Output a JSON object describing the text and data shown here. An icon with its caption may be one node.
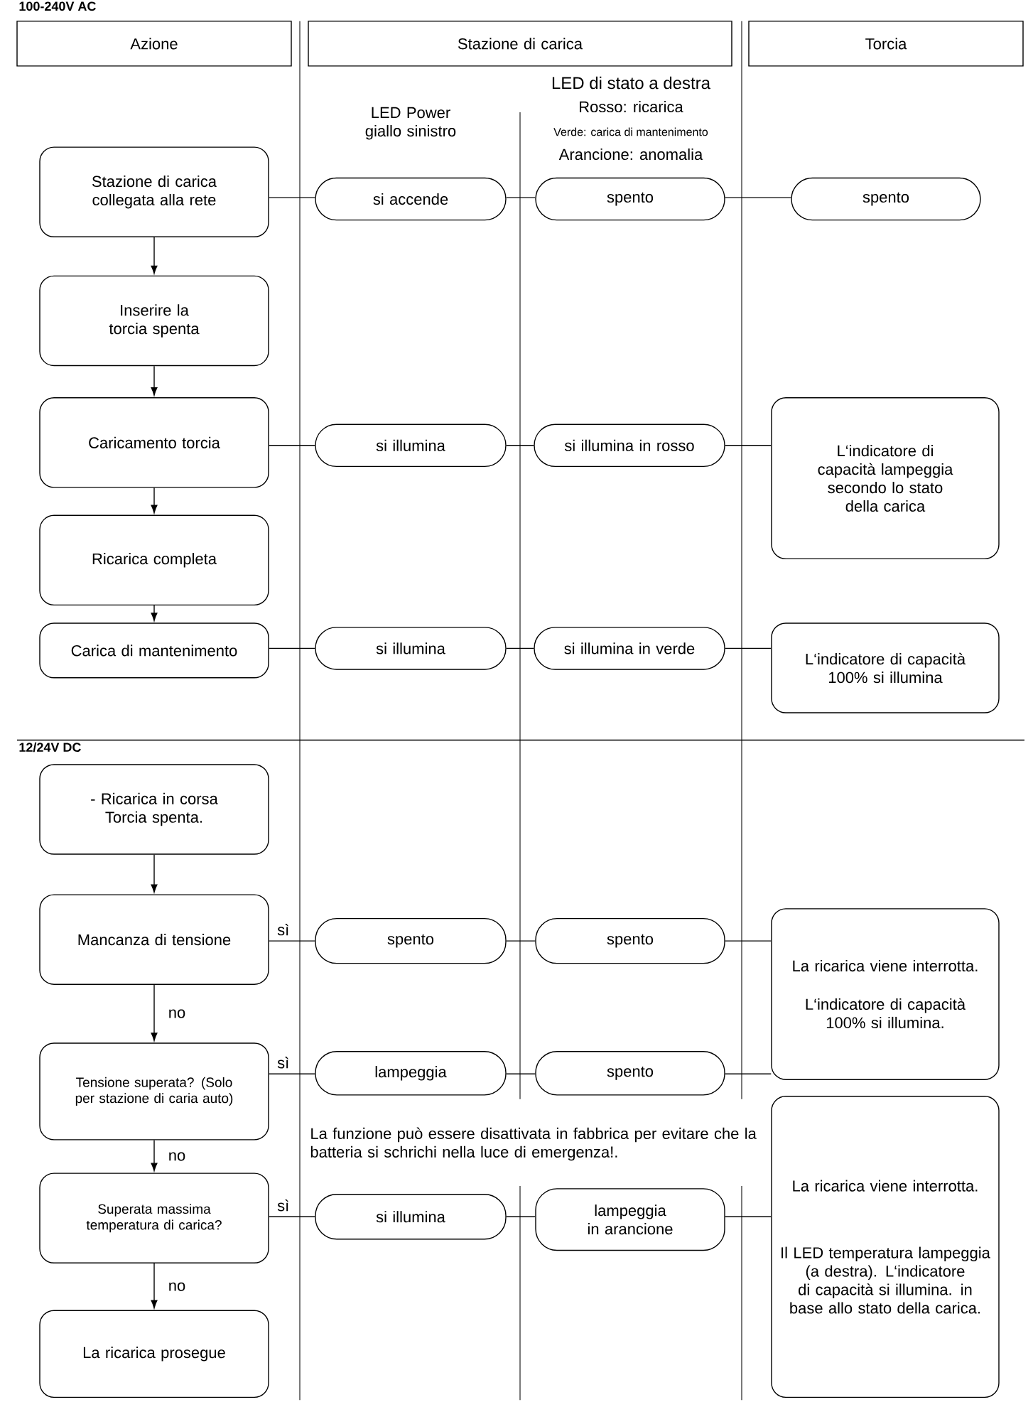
{
  "diagram": {
    "nodes": [
      {
        "text": [
          "Azione"
        ]
      },
      {
        "text": [
          "Stazione di carica"
        ]
      },
      {
        "text": [
          "Torcia"
        ]
      },
      {
        "text": [
          "Stazione di carica collegata alla rete"
        ]
      },
      {
        "text": [
          "si accende"
        ]
      },
      {
        "text": [
          "spento"
        ]
      },
      {
        "text": [
          "spento"
        ]
      },
      {
        "text": [
          "Inserire la torcia spenta"
        ]
      },
      {
        "text": [
          "Caricamento torcia"
        ]
      },
      {
        "text": [
          "si illumina"
        ]
      },
      {
        "text": [
          "si illumina in rosso"
        ]
      },
      {
        "text": [
          "L‘indicatore di capacità lampeggia secondo lo stato della carica"
        ]
      },
      {
        "text": [
          "Ricarica completa"
        ]
      },
      {
        "text": [
          "Carica di mantenimento"
        ]
      },
      {
        "text": [
          "si illumina"
        ]
      },
      {
        "text": [
          "si illumina in verde"
        ]
      },
      {
        "text": [
          "L‘indicatore di capacità 100% si illumina"
        ]
      },
      {
        "text": [
          "- Ricarica in corsa Torcia spenta."
        ]
      },
      {
        "text": [
          "Mancanza di tensione"
        ]
      },
      {
        "text": [
          "spento"
        ]
      },
      {
        "text": [
          "spento"
        ]
      },
      {
        "text": [
          "La ricarica viene interrotta.",
          "L‘indicatore di capacità 100% si illumina."
        ]
      },
      {
        "text": [
          "Tensione superata? (Solo per stazione di caria auto)"
        ]
      },
      {
        "text": [
          "lampeggia"
        ]
      },
      {
        "text": [
          "spento"
        ]
      },
      {
        "text": [
          "La ricarica viene interrotta.",
          "Il LED temperatura lampeggia (a destra). L‘indicatore di capacità si illumina. in base allo stato della carica."
        ]
      },
      {
        "text": [
          "Superata massima temperatura di carica?"
        ]
      },
      {
        "text": [
          "si illumina"
        ]
      },
      {
        "text": [
          "lampeggia in arancione"
        ]
      },
      {
        "text": [
          "La ricarica prosegue"
        ]
      }
    ],
    "edges": [
      {
        "from": 3,
        "to": 7,
        "arrow": "to"
      },
      {
        "from": 7,
        "to": 8,
        "arrow": "to"
      },
      {
        "from": 8,
        "to": 12,
        "arrow": "to"
      },
      {
        "from": 12,
        "to": 13,
        "arrow": "to"
      },
      {
        "from": 3,
        "to": 4,
        "arrow": "none"
      },
      {
        "from": 4,
        "to": 5,
        "arrow": "none"
      },
      {
        "from": 5,
        "to": 6,
        "arrow": "none"
      },
      {
        "from": 8,
        "to": 9,
        "arrow": "none"
      },
      {
        "from": 9,
        "to": 10,
        "arrow": "none"
      },
      {
        "from": 10,
        "to": 11,
        "arrow": "none"
      },
      {
        "from": 13,
        "to": 14,
        "arrow": "none"
      },
      {
        "from": 14,
        "to": 15,
        "arrow": "none"
      },
      {
        "from": 15,
        "to": 16,
        "arrow": "none"
      },
      {
        "from": 17,
        "to": 18,
        "arrow": "to"
      },
      {
        "from": 18,
        "to": 22,
        "arrow": "to",
        "label": "no"
      },
      {
        "from": 22,
        "to": 26,
        "arrow": "to",
        "label": "no"
      },
      {
        "from": 26,
        "to": 29,
        "arrow": "to",
        "label": "no"
      },
      {
        "from": 18,
        "to": 19,
        "arrow": "none",
        "label": "sì"
      },
      {
        "from": 19,
        "to": 20,
        "arrow": "none"
      },
      {
        "from": 20,
        "to": 21,
        "arrow": "none"
      },
      {
        "from": 22,
        "to": 23,
        "arrow": "none",
        "label": "sì"
      },
      {
        "from": 23,
        "to": 24,
        "arrow": "none"
      },
      {
        "from": 24,
        "to": 21,
        "arrow": "none"
      },
      {
        "from": 26,
        "to": 27,
        "arrow": "none",
        "label": "sì"
      },
      {
        "from": 27,
        "to": 28,
        "arrow": "none"
      },
      {
        "from": 28,
        "to": 25,
        "arrow": "none"
      }
    ],
    "labels": [
      "100-240V AC",
      "LED Power giallo sinistro",
      "LED di stato a destra",
      "Rosso: ricarica",
      "Verde: carica di mantenimento",
      "Arancione: anomalia",
      "12/24V DC",
      "La funzione può essere disattivata in fabbrica per evitare che la batteria si schrichi nella luce di emergenza!."
    ]
  }
}
